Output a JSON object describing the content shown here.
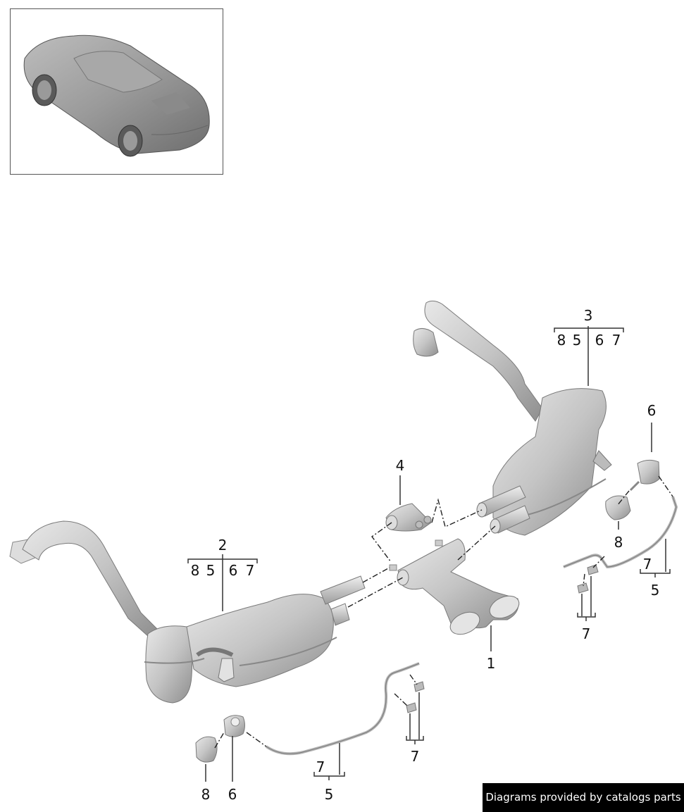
{
  "thumbnail": {
    "alt": "Vehicle overview - roadster rear three-quarter view"
  },
  "credit": {
    "text": "Diagrams provided by catalogs parts",
    "bg": "#000000",
    "fg": "#ffffff"
  },
  "callouts": {
    "part1": "1",
    "part2": "2",
    "part3": "3",
    "part4": "4",
    "part5_right": "5",
    "part5_bottom": "5",
    "part6_right": "6",
    "part6_bottom": "6",
    "part7_right_bracket": "7",
    "part7_right_clips": "7",
    "part7_bottom_bracket": "7",
    "part7_bottom_clips": "7",
    "part8_right": "8",
    "part8_bottom": "8"
  },
  "group2": {
    "title": "2",
    "items": [
      "8",
      "5",
      "6",
      "7"
    ]
  },
  "group3": {
    "title": "3",
    "items": [
      "8",
      "5",
      "6",
      "7"
    ]
  },
  "parts": [
    {
      "number": "1",
      "name": "tailpipe-twin"
    },
    {
      "number": "2",
      "name": "rear-muffler-left"
    },
    {
      "number": "3",
      "name": "rear-muffler-right"
    },
    {
      "number": "4",
      "name": "clamp"
    },
    {
      "number": "5",
      "name": "cable-line"
    },
    {
      "number": "6",
      "name": "actuator"
    },
    {
      "number": "7",
      "name": "clip"
    },
    {
      "number": "8",
      "name": "cap"
    }
  ],
  "colors": {
    "part_fill": "#c9c9c9",
    "part_stroke": "#7a7a7a",
    "leader": "#333333"
  }
}
